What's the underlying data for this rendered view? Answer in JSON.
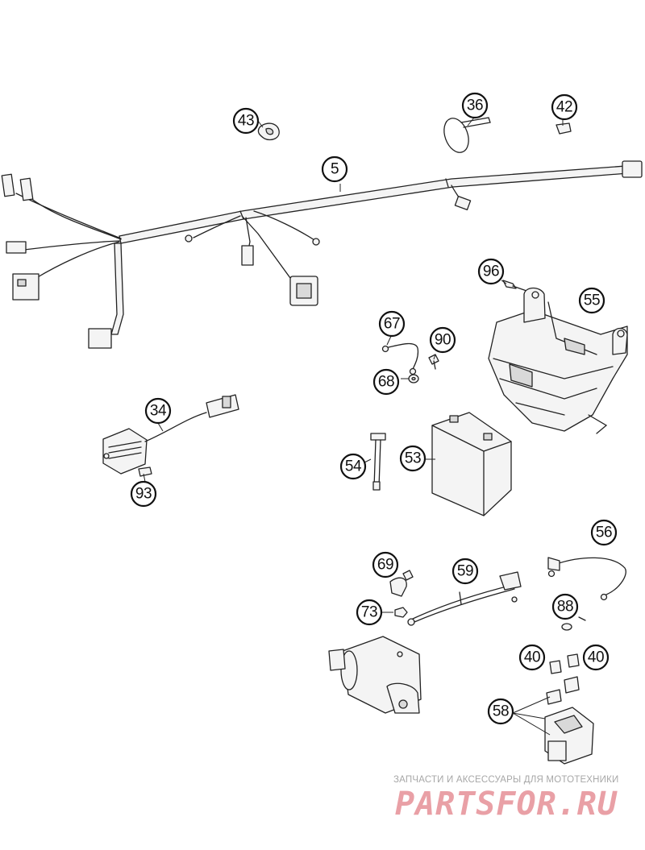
{
  "callouts": [
    {
      "id": "c43",
      "label": "43"
    },
    {
      "id": "c36",
      "label": "36"
    },
    {
      "id": "c42",
      "label": "42"
    },
    {
      "id": "c5",
      "label": "5"
    },
    {
      "id": "c96",
      "label": "96"
    },
    {
      "id": "c55",
      "label": "55"
    },
    {
      "id": "c67",
      "label": "67"
    },
    {
      "id": "c90",
      "label": "90"
    },
    {
      "id": "c68",
      "label": "68"
    },
    {
      "id": "c34",
      "label": "34"
    },
    {
      "id": "c93",
      "label": "93"
    },
    {
      "id": "c54",
      "label": "54"
    },
    {
      "id": "c53",
      "label": "53"
    },
    {
      "id": "c56",
      "label": "56"
    },
    {
      "id": "c69",
      "label": "69"
    },
    {
      "id": "c59",
      "label": "59"
    },
    {
      "id": "c73",
      "label": "73"
    },
    {
      "id": "c88",
      "label": "88"
    },
    {
      "id": "c40a",
      "label": "40"
    },
    {
      "id": "c40b",
      "label": "40"
    },
    {
      "id": "c58",
      "label": "58"
    }
  ],
  "watermark": {
    "tagline": "ЗАПЧАСТИ И АКСЕССУАРЫ ДЛЯ МОТОТЕХНИКИ",
    "logo": "PARTSFOR.RU"
  },
  "colors": {
    "line": "#222222",
    "watermark_logo": "#e9a0a6",
    "watermark_text": "#a7a7a7"
  }
}
